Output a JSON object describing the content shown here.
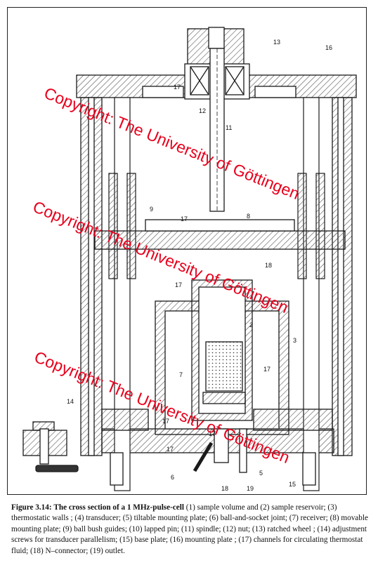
{
  "figure": {
    "part_labels": [
      "13",
      "16",
      "17",
      "12",
      "11",
      "9",
      "17",
      "8",
      "18",
      "17",
      "2",
      "3",
      "17",
      "7",
      "14",
      "17",
      "17",
      "17",
      "6",
      "5",
      "15",
      "18",
      "19"
    ]
  },
  "watermarks": [
    "Copyright: The University of Göttingen",
    "Copyright: The University of Göttingen",
    "Copyright: The University of Göttingen"
  ],
  "colors": {
    "watermark": "#e8001c",
    "ink": "#1a1a1a",
    "hatch": "#444444"
  },
  "caption": {
    "label": "Figure 3.14:",
    "title": "The cross section of a 1 MHz-pulse-cell",
    "body": "(1) sample volume and (2) sample reservoir; (3) thermostatic walls ; (4) transducer; (5) tiltable mounting plate; (6) ball-and-socket joint; (7) receiver; (8) movable mounting plate; (9) ball bush guides; (10) lapped pin; (11) spindle; (12) nut; (13) ratched wheel ; (14) adjustment screws for transducer parallelism; (15) base plate; (16) mounting plate ; (17) channels for circulating thermostat fluid; (18) N–connector; (19) outlet."
  }
}
